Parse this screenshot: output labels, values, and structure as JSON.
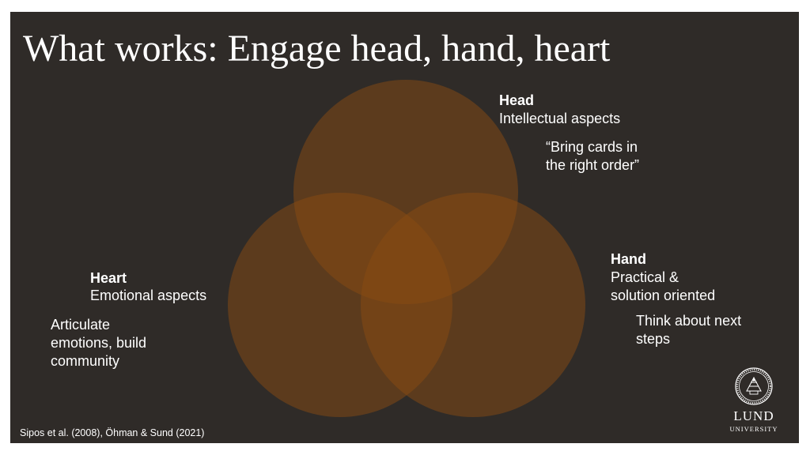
{
  "slide": {
    "title": "What works: Engage head, hand, heart",
    "citation": "Sipos et al. (2008), Öhman & Sund (2021)"
  },
  "diagram": {
    "colors": {
      "background": "#2f2b28",
      "circle_fill": "#8a4c12",
      "text": "#ffffff"
    },
    "head": {
      "heading": "Head",
      "subtitle": "Intellectual aspects",
      "example_lines": [
        "“Bring cards in",
        "the right order”"
      ]
    },
    "hand": {
      "heading": "Hand",
      "subtitle_lines": [
        "Practical &",
        "solution oriented"
      ],
      "example_lines": [
        "Think about next",
        "steps"
      ]
    },
    "heart": {
      "heading": "Heart",
      "subtitle": "Emotional aspects",
      "example_lines": [
        "Articulate",
        "emotions, build",
        "community"
      ]
    }
  },
  "logo": {
    "name_main": "LUND",
    "name_sub": "UNIVERSITY"
  }
}
